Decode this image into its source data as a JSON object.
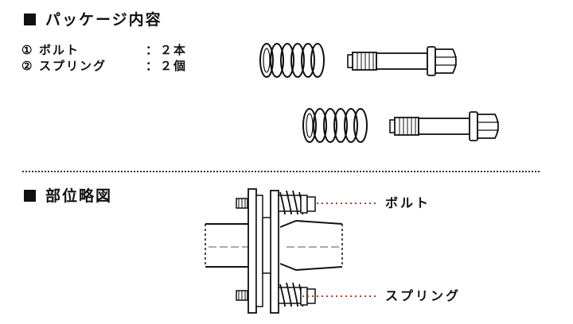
{
  "package_section": {
    "title": "パッケージ内容",
    "items": [
      {
        "num": "①",
        "name": "ボルト",
        "colon": "：",
        "qty": "２本"
      },
      {
        "num": "②",
        "name": "スプリング",
        "colon": "：",
        "qty": "２個"
      }
    ]
  },
  "position_section": {
    "title": "部位略図",
    "callouts": {
      "bolt": "ボルト",
      "spring": "スプリング"
    }
  }
}
